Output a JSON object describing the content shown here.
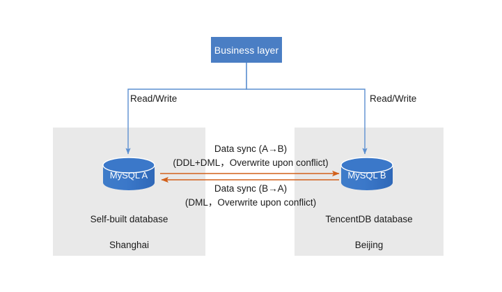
{
  "diagram": {
    "title_box": {
      "label": "Business layer",
      "fill": "#4a7ec4",
      "text_color": "#ffffff"
    },
    "connectors": {
      "color": "#5b8fd0",
      "left_label": "Read/Write",
      "right_label": "Read/Write"
    },
    "sync": {
      "color": "#d2601a",
      "a_to_b": {
        "title": "Data sync (A→B)",
        "detail": "(DDL+DML，Overwrite upon conflict)",
        "direction": "right"
      },
      "b_to_a": {
        "title": "Data sync (B→A)",
        "detail": "(DML，Overwrite upon conflict)",
        "direction": "left"
      }
    },
    "regions": [
      {
        "id": "left",
        "panel_color": "#e9e9e9",
        "database": {
          "name": "MySQL A",
          "fill": "#3b78c9",
          "text_color": "#ffffff"
        },
        "type_caption": "Self-built database",
        "city_caption": "Shanghai"
      },
      {
        "id": "right",
        "panel_color": "#e9e9e9",
        "database": {
          "name": "MySQL B",
          "fill": "#3b78c9",
          "text_color": "#ffffff"
        },
        "type_caption": "TencentDB database",
        "city_caption": "Beijing"
      }
    ]
  }
}
